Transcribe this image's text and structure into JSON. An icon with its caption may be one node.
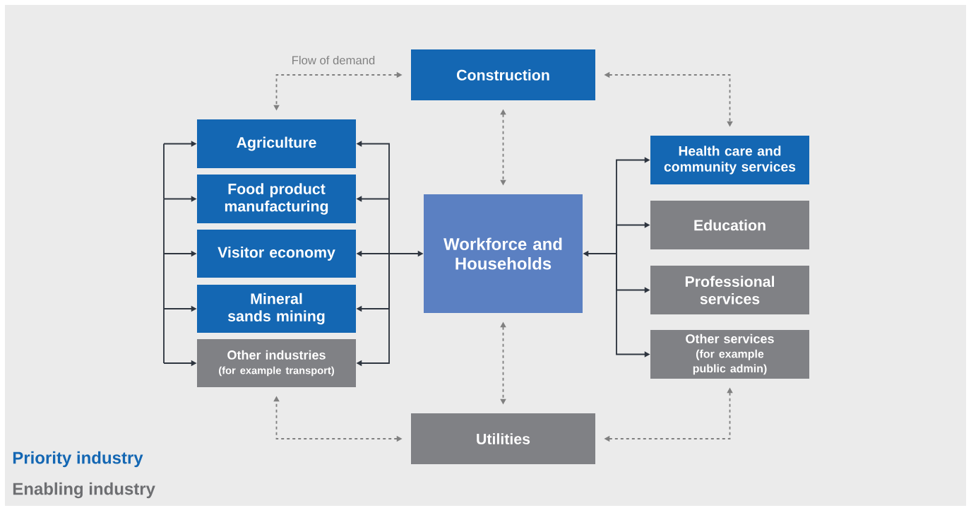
{
  "diagram": {
    "nodes": [
      {
        "text": [
          "Construction"
        ]
      },
      {
        "text": [
          "Agriculture"
        ]
      },
      {
        "text": [
          "Food product manufacturing"
        ]
      },
      {
        "text": [
          "Visitor economy"
        ]
      },
      {
        "text": [
          "Mineral sands mining"
        ]
      },
      {
        "text": [
          "Other industries",
          "(for example transport)"
        ]
      },
      {
        "text": [
          "Workforce and Households"
        ]
      },
      {
        "text": [
          "Health care and community services"
        ]
      },
      {
        "text": [
          "Education"
        ]
      },
      {
        "text": [
          "Professional services"
        ]
      },
      {
        "text": [
          "Other services",
          "(for example public admin)"
        ]
      },
      {
        "text": [
          "Utilities"
        ]
      }
    ],
    "edges": [
      {
        "from": 0,
        "to": 1,
        "arrow": "both",
        "label": "Flow of demand",
        "style": "dashed",
        "color": "#808080"
      },
      {
        "from": 0,
        "to": 7,
        "arrow": "both",
        "style": "dashed",
        "color": "#808080"
      },
      {
        "from": 0,
        "to": 6,
        "arrow": "both",
        "style": "dashed",
        "color": "#808080"
      },
      {
        "from": 6,
        "to": 11,
        "arrow": "both",
        "style": "dashed",
        "color": "#808080"
      },
      {
        "from": 11,
        "to": 5,
        "arrow": "both",
        "style": "dashed",
        "color": "#808080"
      },
      {
        "from": 11,
        "to": 10,
        "arrow": "both",
        "style": "dashed",
        "color": "#808080"
      },
      {
        "from": 1,
        "to": 2,
        "arrow": "both"
      },
      {
        "from": 2,
        "to": 3,
        "arrow": "both"
      },
      {
        "from": 3,
        "to": 4,
        "arrow": "both"
      },
      {
        "from": 4,
        "to": 5,
        "arrow": "both"
      },
      {
        "from": 6,
        "to": 1,
        "arrow": "both"
      },
      {
        "from": 6,
        "to": 2,
        "arrow": "both"
      },
      {
        "from": 6,
        "to": 3,
        "arrow": "both"
      },
      {
        "from": 6,
        "to": 4,
        "arrow": "both"
      },
      {
        "from": 6,
        "to": 5,
        "arrow": "both"
      },
      {
        "from": 6,
        "to": 7,
        "arrow": "both"
      },
      {
        "from": 6,
        "to": 8,
        "arrow": "both"
      },
      {
        "from": 6,
        "to": 9,
        "arrow": "both"
      },
      {
        "from": 6,
        "to": 10,
        "arrow": "both"
      }
    ],
    "legend": [
      {
        "text": "Priority industry",
        "color": "#1467b3"
      },
      {
        "text": "Enabling industry",
        "color": "#6d6e71"
      }
    ]
  }
}
